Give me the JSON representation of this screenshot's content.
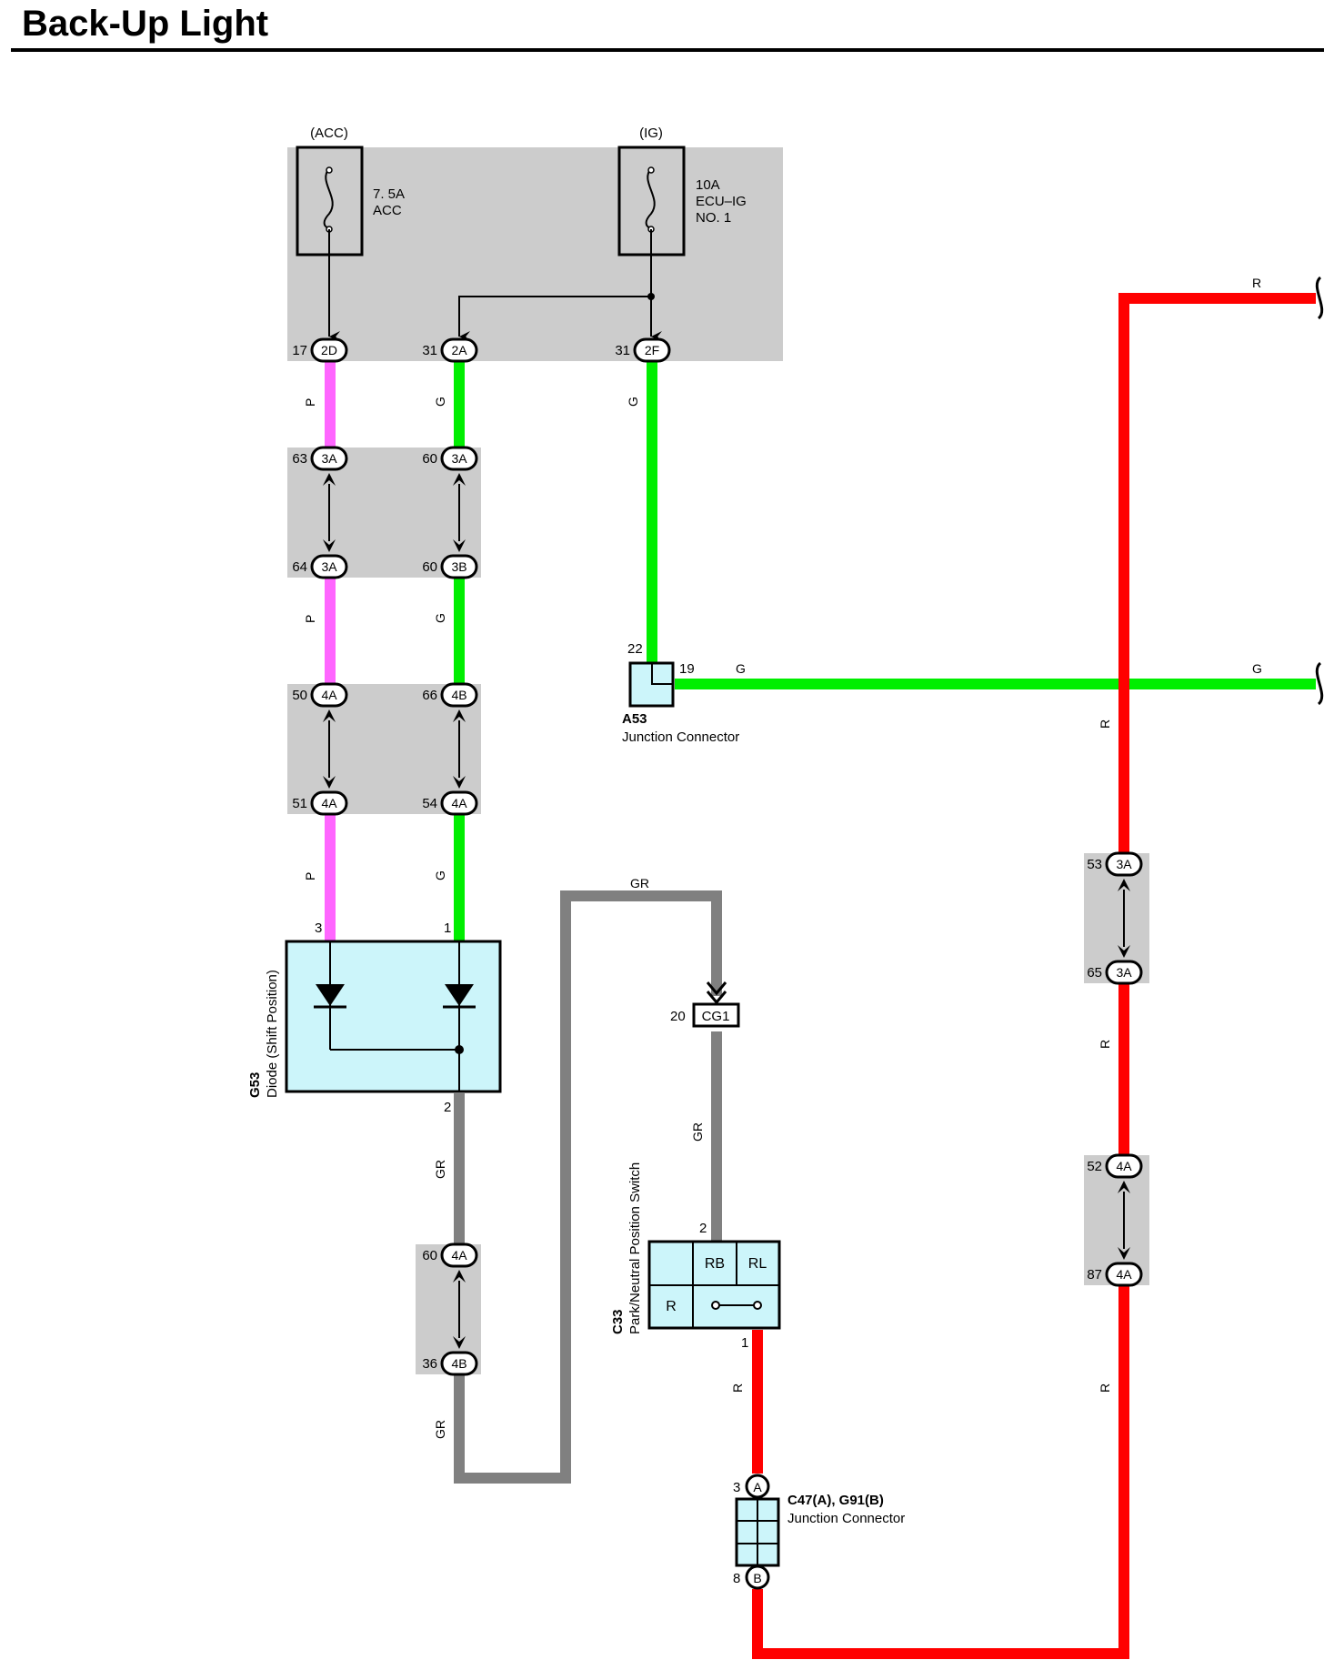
{
  "title": "Back-Up Light",
  "colors": {
    "pink": "#ff66ff",
    "green": "#00ee00",
    "red": "#ff0000",
    "gray": "#808080",
    "block_fill": "#cccccc",
    "component_fill": "#ccf5fa"
  },
  "fuse_box": {
    "acc_label": "(ACC)",
    "ig_label": "(IG)",
    "fuse1_rating": "7. 5A",
    "fuse1_name": "ACC",
    "fuse2_rating": "10A",
    "fuse2_name_line1": "ECU–IG",
    "fuse2_name_line2": "NO. 1"
  },
  "pins": {
    "p17": "17",
    "c2D": "2D",
    "p31a": "31",
    "c2A": "2A",
    "p31b": "31",
    "c2F": "2F",
    "p63": "63",
    "c3A_1": "3A",
    "p60a": "60",
    "c3A_2": "3A",
    "p64": "64",
    "c3A_3": "3A",
    "p60b": "60",
    "c3B": "3B",
    "p50": "50",
    "c4A_1": "4A",
    "p66": "66",
    "c4B_1": "4B",
    "p51": "51",
    "c4A_2": "4A",
    "p54": "54",
    "c4A_3": "4A",
    "p60c": "60",
    "c4A_4": "4A",
    "p36": "36",
    "c4B_2": "4B",
    "p53": "53",
    "c3A_r1": "3A",
    "p65": "65",
    "c3A_r2": "3A",
    "p52": "52",
    "c4A_r1": "4A",
    "p87": "87",
    "c4A_r2": "4A",
    "p20": "20",
    "cCG1": "CG1",
    "p22": "22",
    "p19": "19",
    "diode_p3": "3",
    "diode_p1": "1",
    "diode_p2": "2",
    "sw_p2": "2",
    "sw_p1": "1",
    "jc_p3": "3",
    "jc_p8": "8",
    "jc_A": "A",
    "jc_B": "B"
  },
  "wire_labels": {
    "P": "P",
    "G": "G",
    "GR": "GR",
    "R": "R"
  },
  "components": {
    "a53_code": "A53",
    "a53_name": "Junction Connector",
    "g53_code": "G53",
    "g53_name": "Diode (Shift Position)",
    "c33_code": "C33",
    "c33_name": "Park/Neutral Position Switch",
    "c33_rb": "RB",
    "c33_rl": "RL",
    "c33_r": "R",
    "c47_code": "C47(A), G91(B)",
    "c47_name": "Junction Connector"
  }
}
